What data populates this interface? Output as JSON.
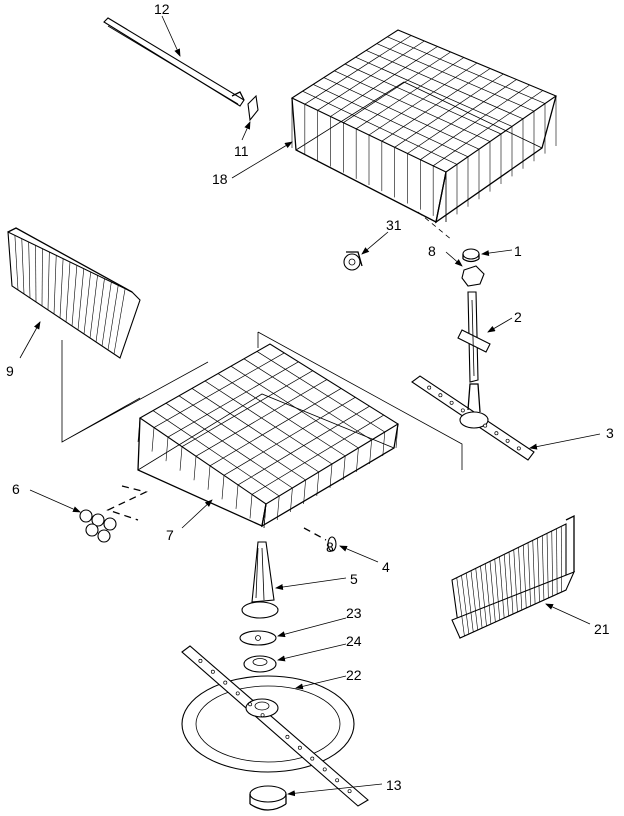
{
  "callouts": [
    {
      "id": "c12",
      "label": "12"
    },
    {
      "id": "c11",
      "label": "11"
    },
    {
      "id": "c18",
      "label": "18"
    },
    {
      "id": "c31",
      "label": "31"
    },
    {
      "id": "c8a",
      "label": "8"
    },
    {
      "id": "c1",
      "label": "1"
    },
    {
      "id": "c2",
      "label": "2"
    },
    {
      "id": "c9",
      "label": "9"
    },
    {
      "id": "c3",
      "label": "3"
    },
    {
      "id": "c6",
      "label": "6"
    },
    {
      "id": "c7",
      "label": "7"
    },
    {
      "id": "c8b",
      "label": "8"
    },
    {
      "id": "c4",
      "label": "4"
    },
    {
      "id": "c5",
      "label": "5"
    },
    {
      "id": "c23",
      "label": "23"
    },
    {
      "id": "c24",
      "label": "24"
    },
    {
      "id": "c22",
      "label": "22"
    },
    {
      "id": "c21",
      "label": "21"
    },
    {
      "id": "c13",
      "label": "13"
    }
  ]
}
